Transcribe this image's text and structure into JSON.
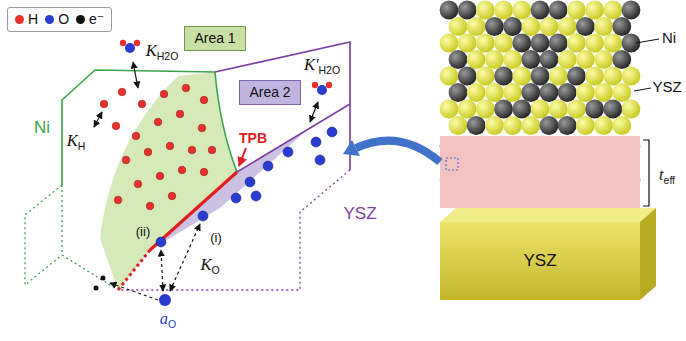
{
  "diagram": {
    "nodes": [
      {
        "text": [
          "Area 1"
        ]
      },
      {
        "text": [
          "Area 2"
        ]
      },
      {
        "text": [
          "YSZ"
        ]
      }
    ],
    "labels": [
      "Ni",
      "YSZ",
      "TPB",
      "KH2O",
      "KH",
      "K'H2O",
      "(ii)",
      "(i)",
      "KO",
      "aO",
      "Ni",
      "YSZ",
      "teff"
    ],
    "legend": [
      {
        "text": "H",
        "color": "#e8302c"
      },
      {
        "text": "O",
        "color": "#2a3ccf"
      },
      {
        "text": "e⁻",
        "color": "#111111"
      }
    ]
  }
}
